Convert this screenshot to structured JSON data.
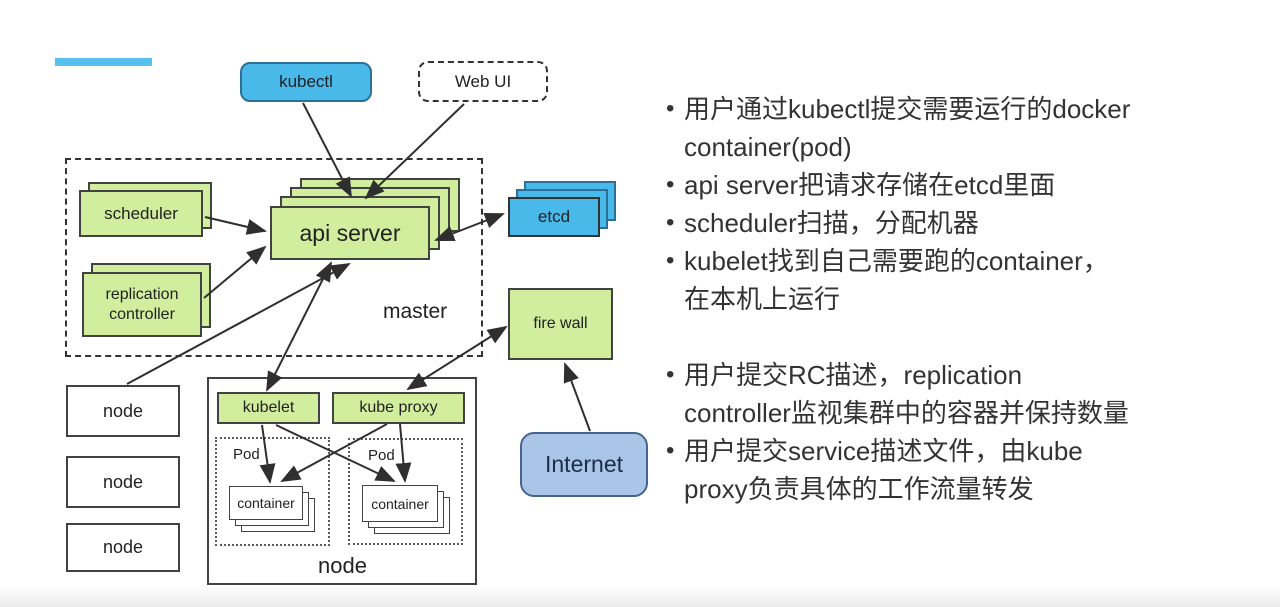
{
  "slide": {
    "accent_color": "#56c0ef",
    "colors": {
      "box_green": "#d0ee9e",
      "box_blue": "#49b9e9",
      "internet_blue": "#a9c6e9",
      "box_border": "#424242",
      "arrow": "#2f2f2f",
      "text": "#333333"
    }
  },
  "diagram": {
    "kubectl": "kubectl",
    "web_ui": "Web UI",
    "scheduler": "scheduler",
    "replication_controller": {
      "line1": "replication",
      "line2": "controller"
    },
    "api_server": "api server",
    "etcd": "etcd",
    "master_label": "master",
    "fire_wall": "fire wall",
    "internet": "Internet",
    "kubelet": "kubelet",
    "kube_proxy": "kube proxy",
    "pod_left": "Pod",
    "pod_right": "Pod",
    "container_left": "container",
    "container_right": "container",
    "node_small": [
      "node",
      "node",
      "node"
    ],
    "node_big_label": "node"
  },
  "notes": {
    "group1": [
      {
        "lines": [
          "用户通过kubectl提交需要运行的docker",
          "container(pod)"
        ]
      },
      {
        "lines": [
          "api server把请求存储在etcd里面"
        ]
      },
      {
        "lines": [
          "scheduler扫描，分配机器"
        ]
      },
      {
        "lines": [
          "kubelet找到自己需要跑的container，",
          "在本机上运行"
        ]
      }
    ],
    "group2": [
      {
        "lines": [
          "用户提交RC描述，replication",
          "controller监视集群中的容器并保持数量"
        ]
      },
      {
        "lines": [
          "用户提交service描述文件，由kube",
          "proxy负责具体的工作流量转发"
        ]
      }
    ]
  }
}
